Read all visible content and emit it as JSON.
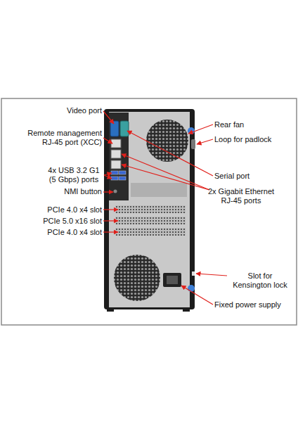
{
  "diagram": {
    "labels": [
      "Video port",
      "Remote management RJ-45 port (XCC)",
      "4x USB 3.2 G1 (5 Gbps) ports",
      "NMI button",
      "PCIe 4.0 x4 slot",
      "PCIe 5.0 x16 slot",
      "PCIe 4.0 x4 slot",
      "Rear fan",
      "Loop for padlock",
      "Serial port",
      "2x Gigabit Ethernet RJ-45 ports",
      "Slot for Kensington lock",
      "Fixed power supply"
    ]
  }
}
